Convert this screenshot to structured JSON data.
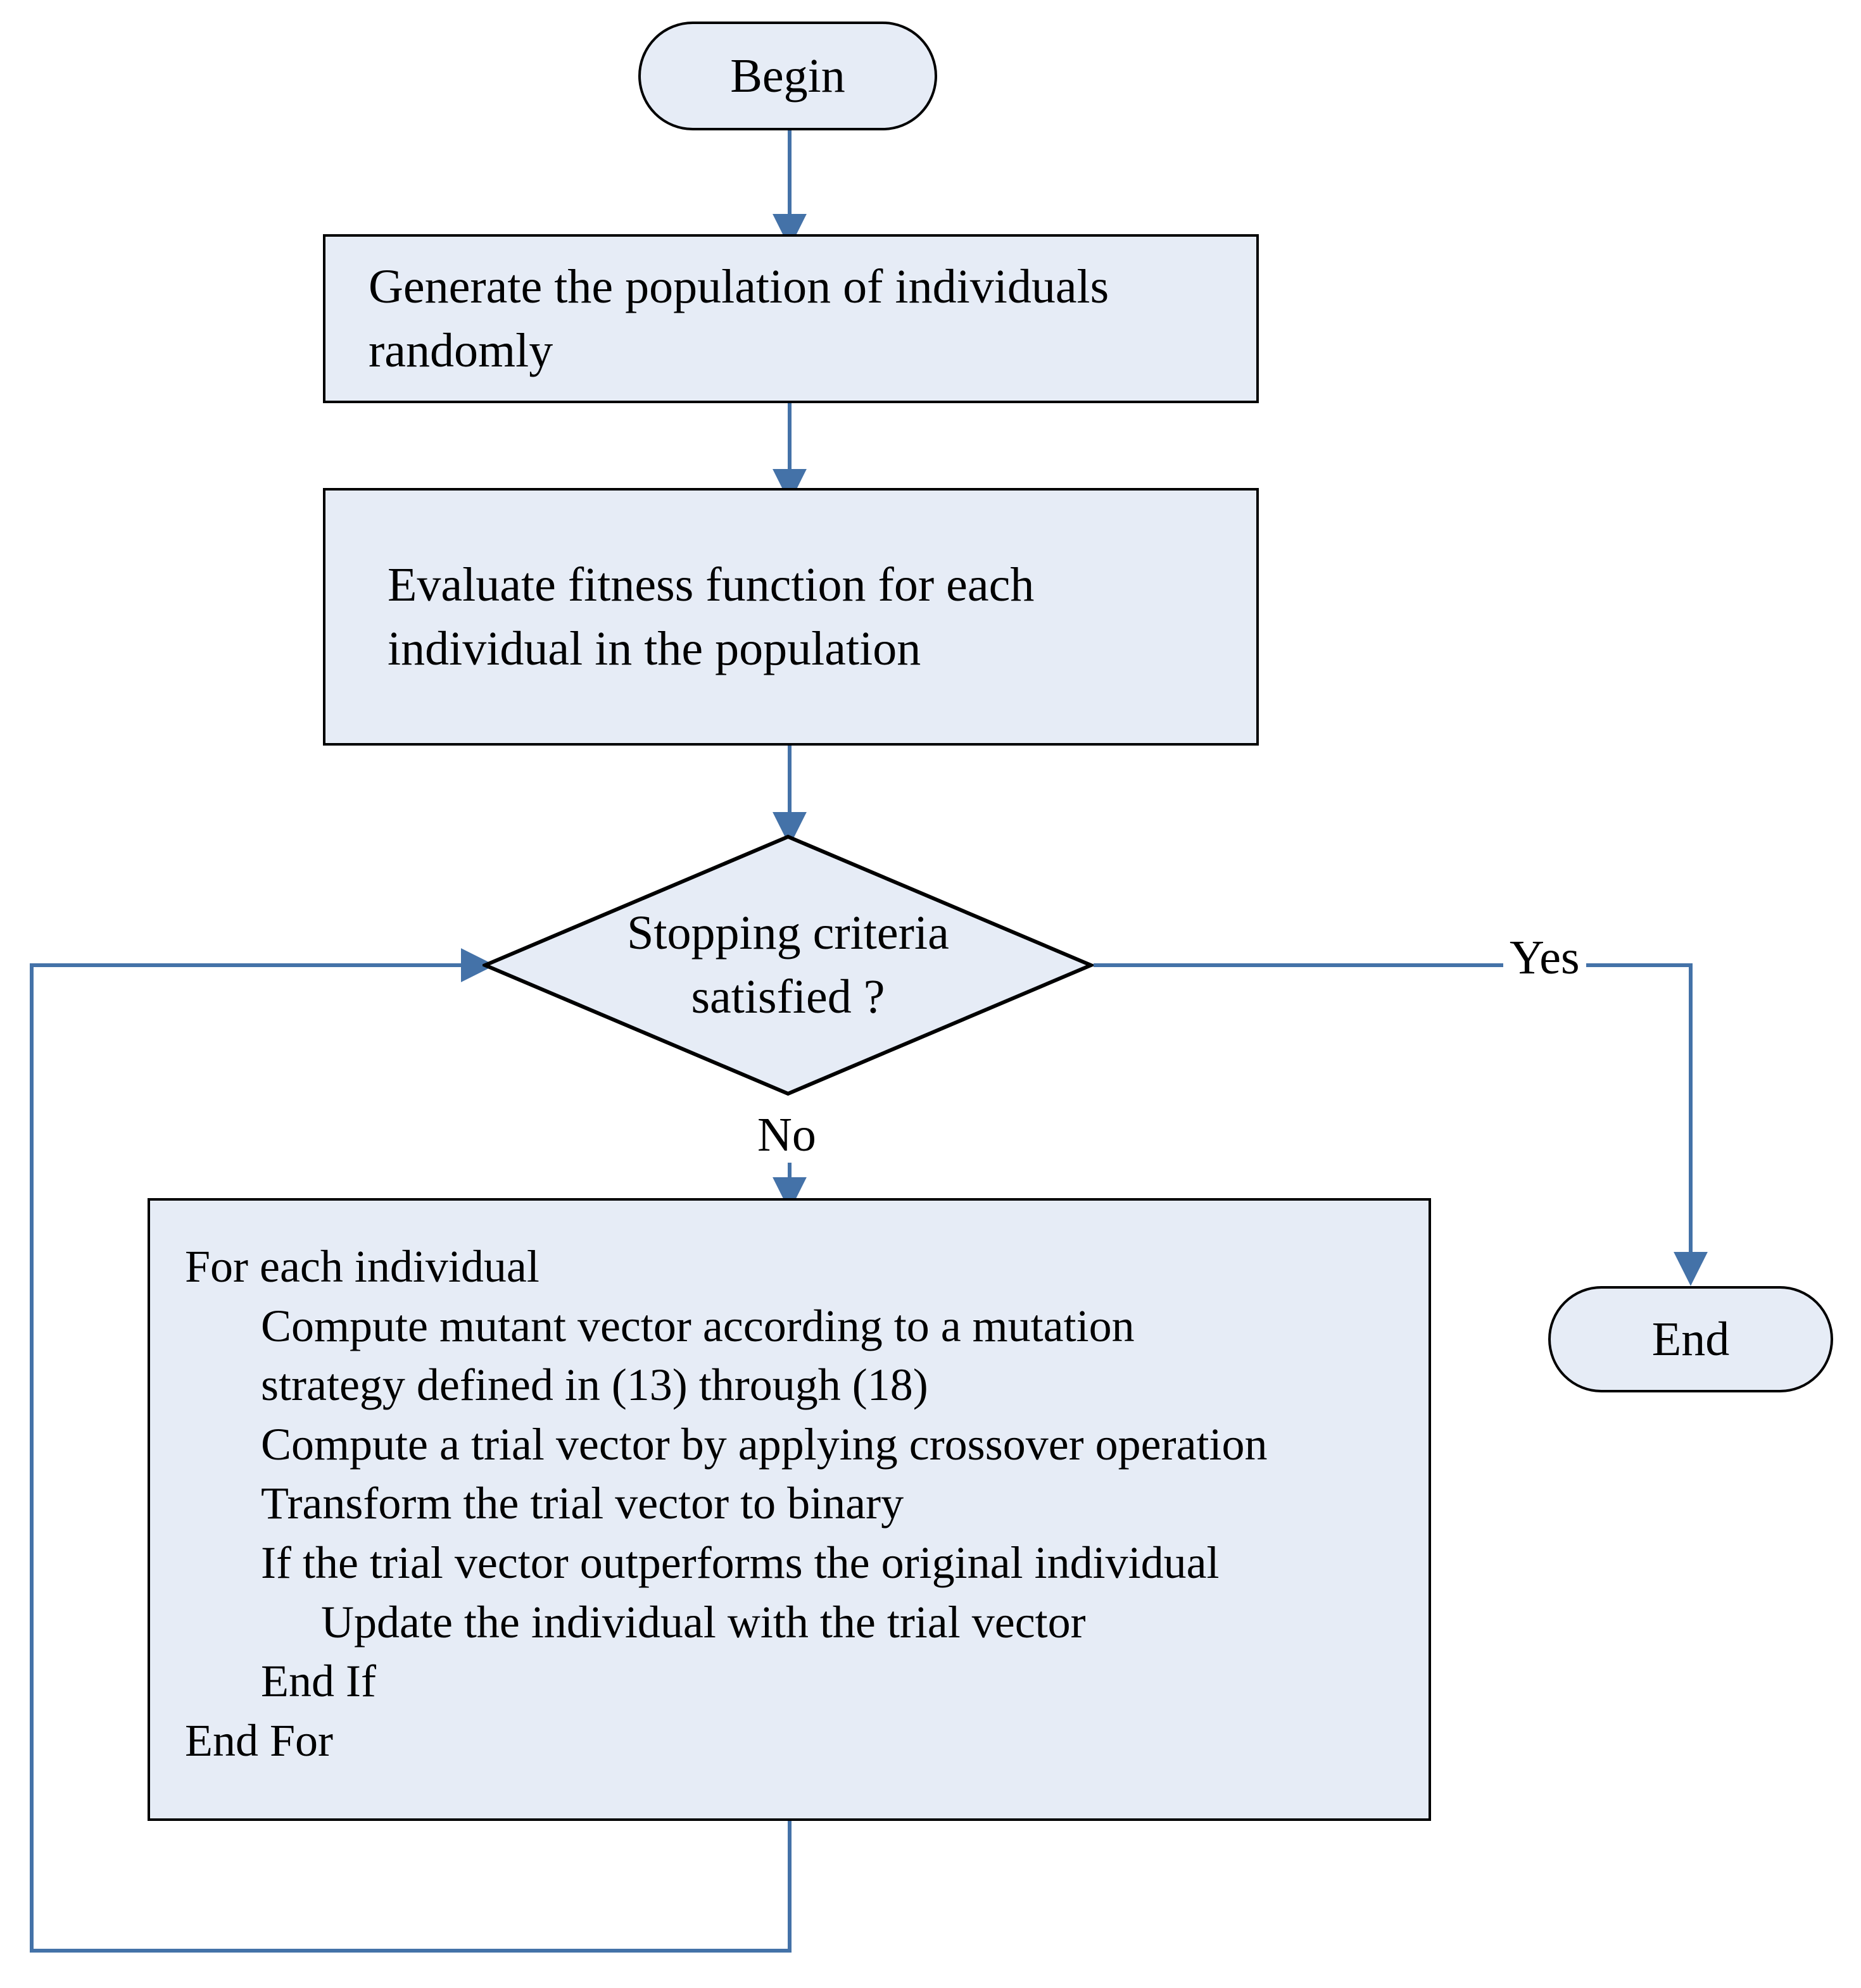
{
  "diagram": {
    "title": "Differential Evolution algorithm flowchart",
    "colors": {
      "node_fill": "#e6ecf6",
      "node_stroke": "#000000",
      "connector": "#4472a8",
      "background": "#ffffff",
      "text": "#000000"
    },
    "nodes": {
      "begin": {
        "label": "Begin",
        "shape": "terminator"
      },
      "generate": {
        "line1": "Generate the population of individuals",
        "line2": "randomly",
        "shape": "process"
      },
      "evaluate": {
        "line1": "Evaluate fitness function for each",
        "line2": "individual in the population",
        "shape": "process"
      },
      "decision": {
        "line1": "Stopping criteria",
        "line2": "satisfied ?",
        "shape": "decision"
      },
      "body": {
        "shape": "process",
        "lines": [
          {
            "text": "For each individual",
            "indent": 1
          },
          {
            "text": "Compute mutant vector  according to a mutation",
            "indent": 2
          },
          {
            "text": "strategy defined in (13) through (18)",
            "indent": 2
          },
          {
            "text": "Compute a trial vector by applying crossover operation",
            "indent": 2
          },
          {
            "text": "Transform the trial vector to binary",
            "indent": 2
          },
          {
            "text": "If the trial vector outperforms the original individual",
            "indent": 2
          },
          {
            "text": "Update the individual with the trial vector",
            "indent": 3
          },
          {
            "text": "End If",
            "indent": 2
          },
          {
            "text": "End For",
            "indent": 1
          }
        ]
      },
      "end": {
        "label": "End",
        "shape": "terminator"
      }
    },
    "edge_labels": {
      "yes": "Yes",
      "no": "No"
    }
  }
}
